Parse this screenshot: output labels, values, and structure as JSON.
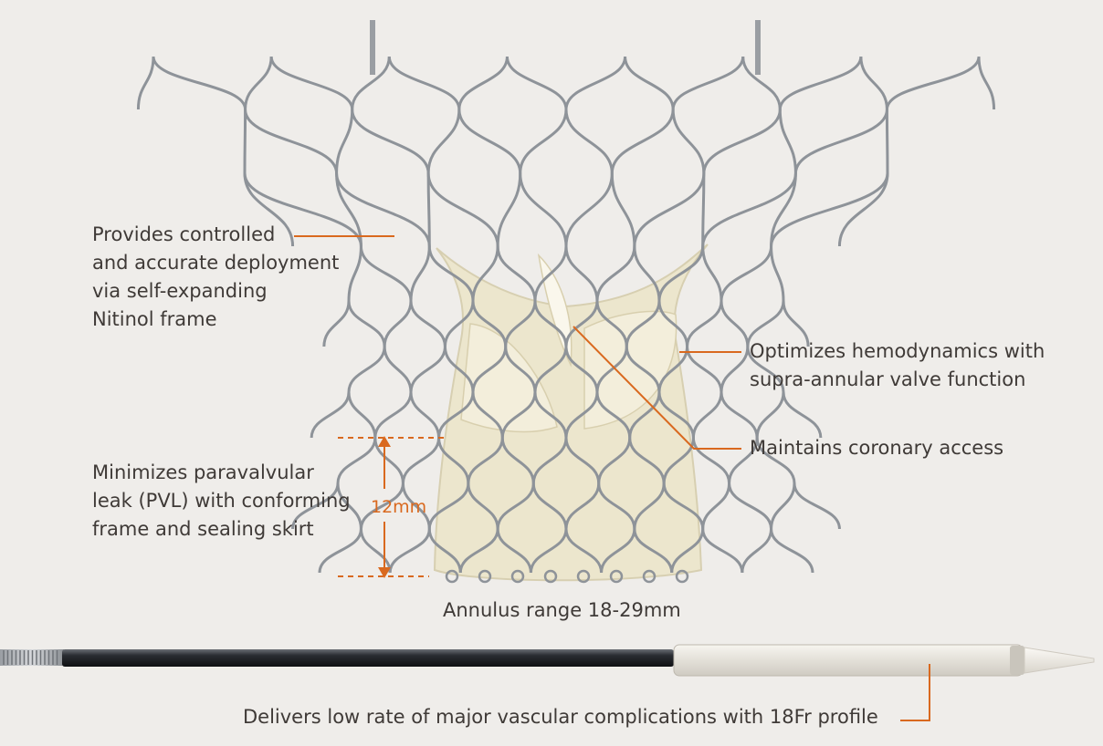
{
  "callouts": {
    "deployment": "Provides controlled\nand accurate deployment\nvia self-expanding\nNitinol frame",
    "hemodynamics": "Optimizes hemodynamics with\nsupra-annular valve function",
    "coronary": "Maintains coronary access",
    "pvl": "Minimizes paravalvular\nleak (PVL) with conforming\nframe and sealing skirt",
    "annulus": "Annulus range 18-29mm",
    "delivery": "Delivers low rate of major vascular complications with 18Fr profile"
  },
  "dimension": {
    "label": "12mm"
  },
  "colors": {
    "background": "#efedea",
    "accent": "#d9691f",
    "text": "#3f3a37",
    "frame": "#8e9399",
    "tissue": "#ece6cc",
    "catheter": "#1e2024"
  }
}
